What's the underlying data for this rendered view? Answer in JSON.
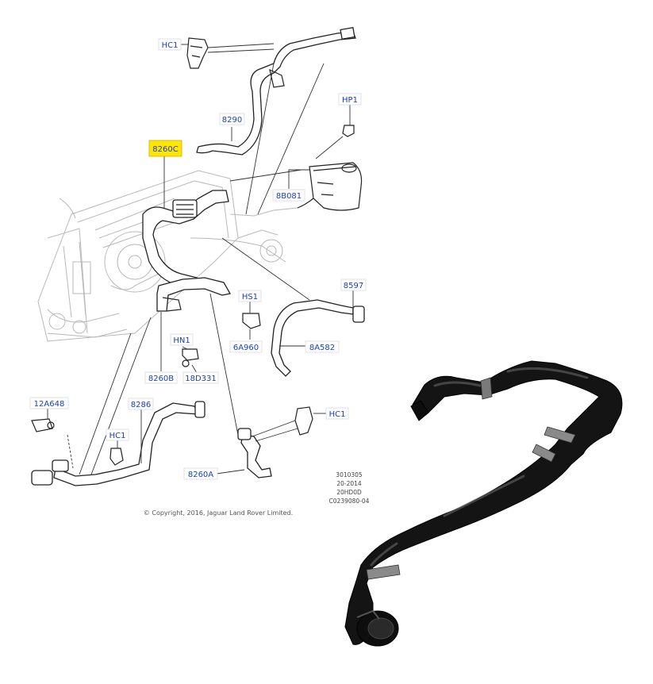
{
  "labels": {
    "hc1_top": "HC1",
    "p8290": "8290",
    "hp1": "HP1",
    "p8260c": "8260C",
    "p8b081": "8B081",
    "p8597": "8597",
    "hs1": "HS1",
    "p6a960": "6A960",
    "p8a582": "8A582",
    "hn1": "HN1",
    "p8260b": "8260B",
    "p18d331": "18D331",
    "p12a648": "12A648",
    "p8286": "8286",
    "hc1_left": "HC1",
    "hc1_right": "HC1",
    "p8260a": "8260A"
  },
  "reference": {
    "line1": "3010305",
    "line2": "20-2014",
    "line3": "20HD0D",
    "line4": "C0239080-04"
  },
  "copyright": "© Copyright, 2016, Jaguar Land Rover Limited.",
  "colors": {
    "label_text": "#1a3fbf",
    "highlight": "#ffe500",
    "hose_photo": "#111111"
  }
}
